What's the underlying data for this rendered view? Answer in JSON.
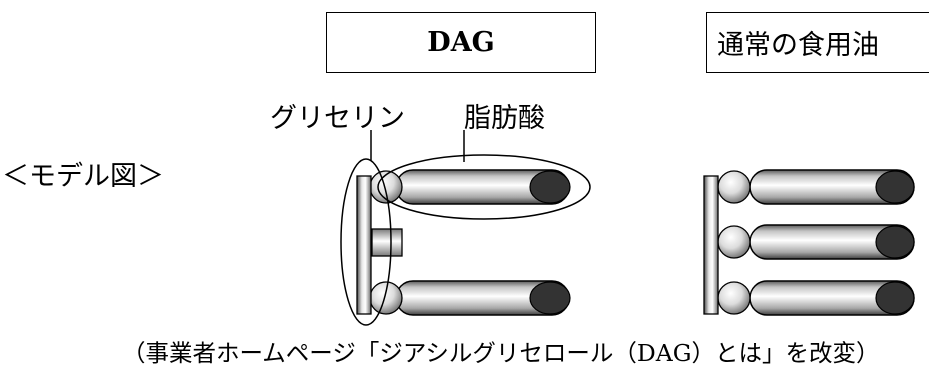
{
  "boxes": {
    "dag": "DAG",
    "oil": "通常の食用油"
  },
  "labels": {
    "glycerin": "グリセリン",
    "fatty_acid": "脂肪酸",
    "model": "＜モデル図＞"
  },
  "caption": "（事業者ホームページ「ジアシルグリセロール（DAG）とは」を改変）",
  "colors": {
    "stroke": "#000000",
    "tip": "#333333",
    "background": "#ffffff"
  }
}
